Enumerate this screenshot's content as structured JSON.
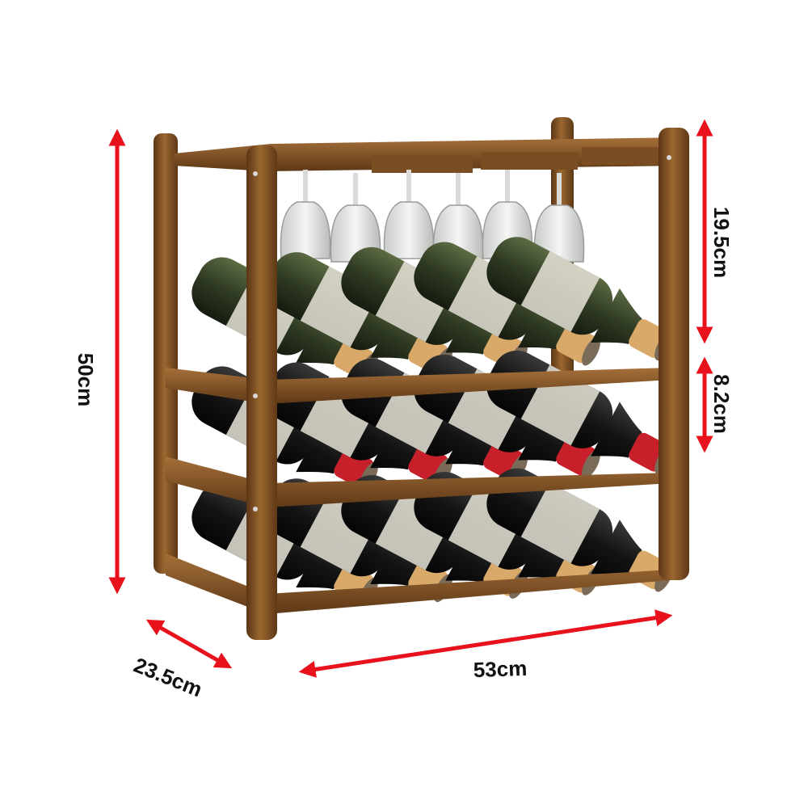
{
  "product": {
    "description": "Wooden tabletop wine rack with hanging wine glass holder",
    "wood_color": "#8a5a2b",
    "bottles": {
      "rows": 3,
      "per_row": 5,
      "glass_color": "#2f3a22",
      "cork_color": "#d9a96a",
      "capsule_red": "#c8202a"
    },
    "glasses_count": 6
  },
  "dimensions": {
    "color": "#e8121c",
    "height": "50cm",
    "width": "53cm",
    "depth": "23.5cm",
    "glass_section": "19.5cm",
    "shelf_gap": "8.2cm"
  }
}
